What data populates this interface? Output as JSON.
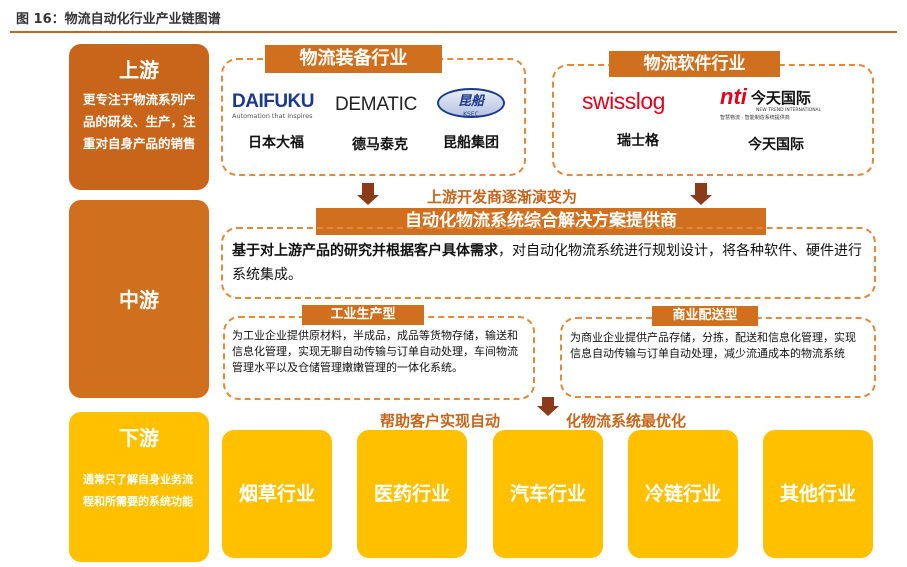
{
  "figure_title": "图 16：物流自动化行业产业链图谱",
  "upstream": {
    "name": "上游",
    "description": "更专注于物流系列产品的研发、生产，注重对自身产品的销售"
  },
  "midstream": {
    "name": "中游"
  },
  "downstream": {
    "name": "下游",
    "description": "通常只了解自身业务流程和所需要的系统功能"
  },
  "equipment": {
    "label": "物流装备行业",
    "companies": [
      {
        "logo": "DAIFUKU",
        "tagline": "Automation that Inspires",
        "name": "日本大福"
      },
      {
        "logo": "DEMATIC",
        "name": "德马泰克"
      },
      {
        "logo": "昆船",
        "logo_sub": "KSEC",
        "name": "昆船集团"
      }
    ]
  },
  "software": {
    "label": "物流软件行业",
    "companies": [
      {
        "logo": "swisslog",
        "name": "瑞士格"
      },
      {
        "logo": "nti",
        "logo_cn": "今天国际",
        "logo_en": "NEW TREND INTERNATIONAL",
        "logo_tag": "智慧物流 · 智能制造系统提供商",
        "name": "今天国际"
      }
    ]
  },
  "transition_text": "上游开发商逐渐演变为",
  "provider_banner": "自动化物流系统综合解决方案提供商",
  "mid_description": {
    "bold": "基于对上游产品的研究并根据客户具体需求",
    "rest": "，对自动化物流系统进行规划设计，将各种软件、硬件进行系统集成。"
  },
  "types": [
    {
      "label": "工业生产型",
      "description": "为工业企业提供原材料，半成品，成品等货物存储，输送和信息化管理，实现无聊自动传输与订单自动处理，车间物流管理水平以及仓储管理嫩嫩管理的一体化系统。"
    },
    {
      "label": "商业配送型",
      "description": "为商业企业提供产品存储，分拣，配送和信息化管理，实现信息自动传输与订单自动处理，减少流通成本的物流系统"
    }
  ],
  "goal_text": {
    "part1": "帮助客户实现自动",
    "part2": "化物流系统最优化"
  },
  "industries": [
    "烟草行业",
    "医药行业",
    "汽车行业",
    "冷链行业",
    "其他行业"
  ],
  "colors": {
    "primary_orange": "#d0701e",
    "dark_orange": "#c8651b",
    "dashed_border": "#e2893b",
    "yellow": "#ffc000",
    "arrow": "#8b3a1a",
    "daifuku_blue": "#1c3a8a",
    "swisslog_red": "#e3001b"
  }
}
